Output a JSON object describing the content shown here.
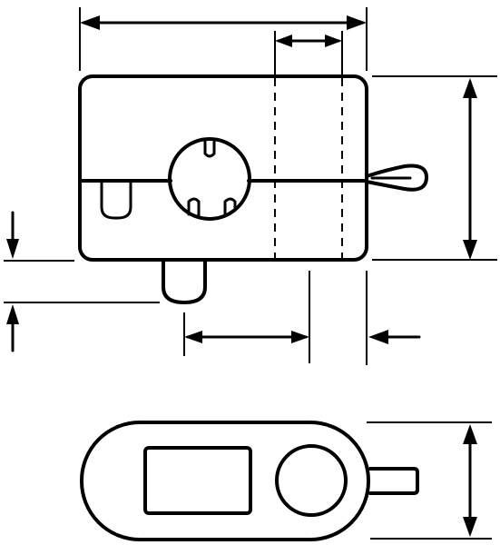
{
  "drawing": {
    "views": [
      "front-view",
      "bottom-view"
    ],
    "dimension_lines": [
      "overall-width",
      "slot-width",
      "overall-height",
      "left-offset",
      "bolt-spacing",
      "right-offset",
      "depth"
    ]
  }
}
